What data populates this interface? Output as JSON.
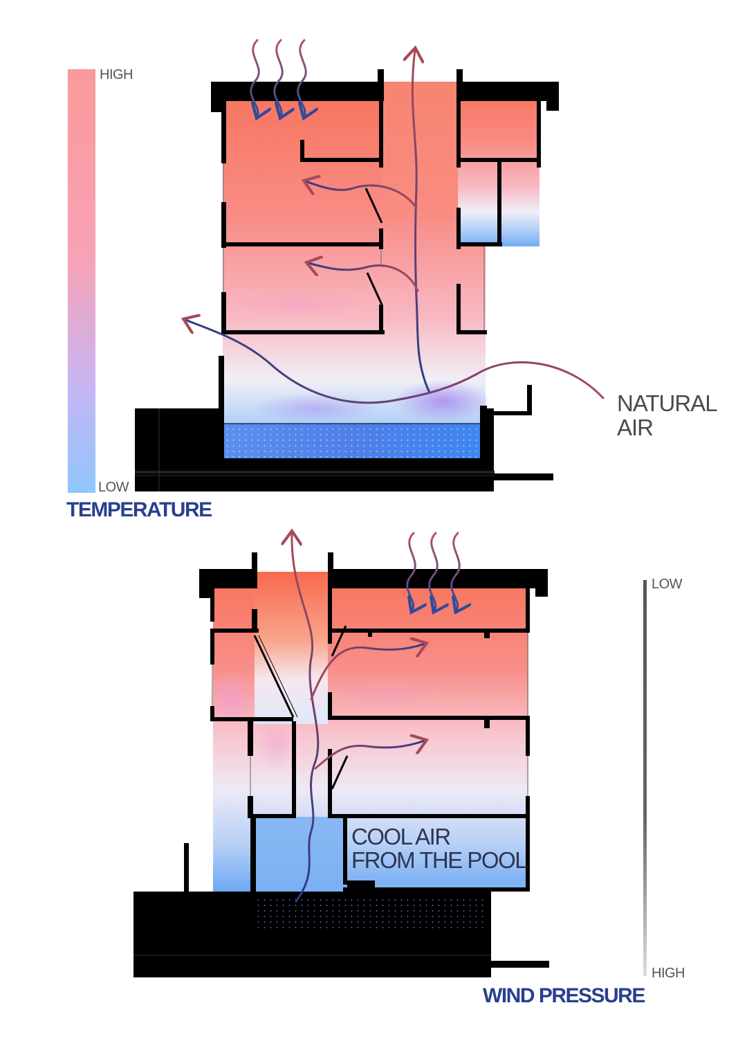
{
  "temperature_section": {
    "title": "TEMPERATURE",
    "scale_high": "HIGH",
    "scale_low": "LOW",
    "callout_line1": "NATURAL",
    "callout_line2": "AIR",
    "colors": {
      "high": "#fa9a9a",
      "low": "#8fc6fc"
    }
  },
  "wind_section": {
    "title": "WIND PRESSURE",
    "scale_low": "LOW",
    "scale_high": "HIGH",
    "callout_line1": "COOL AIR",
    "callout_line2": "FROM THE POOL",
    "colors": {
      "low": "#555555",
      "high": "#d8d8d8"
    }
  },
  "palette": {
    "hot": "#f7765a",
    "warm": "#f9a6b4",
    "neutral": "#f3ecf4",
    "cool": "#9ec6f7",
    "cold": "#66a6f2",
    "structure": "#000000",
    "arrow_warm": "#a64a58",
    "arrow_cool": "#2c3a88"
  }
}
